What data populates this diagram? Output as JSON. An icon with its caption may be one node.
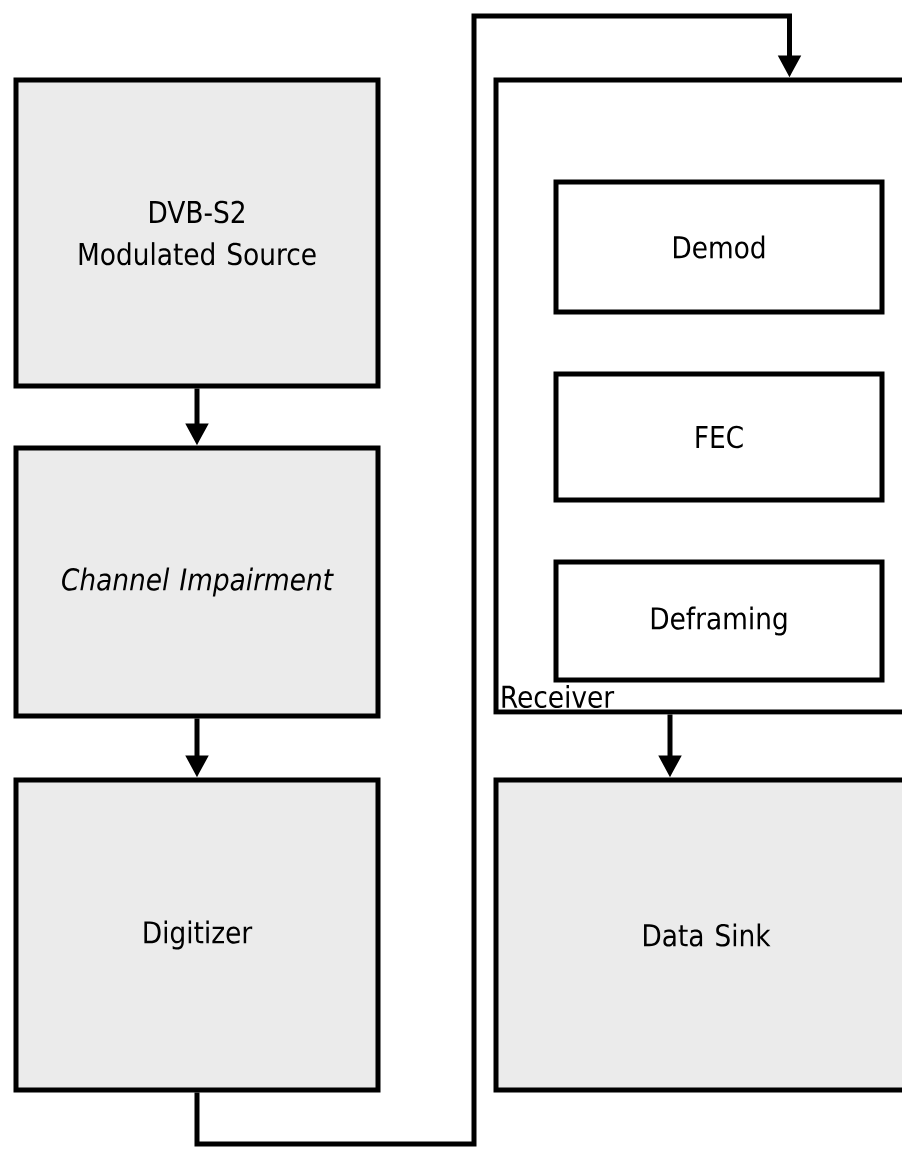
{
  "diagram": {
    "nodes": [
      {
        "text": [
          "DVB-S2 Modulated Source"
        ]
      },
      {
        "text": [
          "Channel Impairment"
        ]
      },
      {
        "text": [
          "Digitizer"
        ]
      },
      {
        "text": [
          "Receiver"
        ]
      },
      {
        "text": [
          "Demod"
        ],
        "in": 3
      },
      {
        "text": [
          "FEC"
        ],
        "in": 3
      },
      {
        "text": [
          "Deframing"
        ],
        "in": 3
      },
      {
        "text": [
          "Data Sink"
        ]
      }
    ],
    "edges": [
      {
        "from": 0,
        "to": 1,
        "arrow": "to"
      },
      {
        "from": 1,
        "to": 2,
        "arrow": "to"
      },
      {
        "from": 2,
        "to": 3,
        "arrow": "to"
      },
      {
        "from": 3,
        "to": 7,
        "arrow": "to"
      }
    ]
  }
}
